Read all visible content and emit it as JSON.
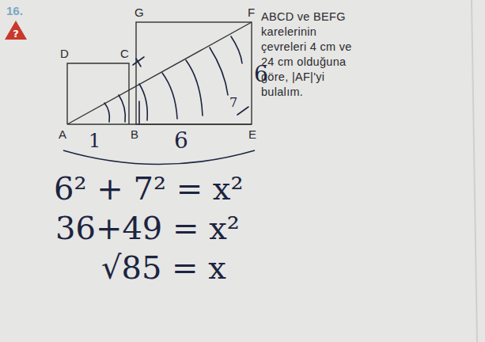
{
  "diagram": {
    "labels": [
      "16.",
      "?",
      "G",
      "F",
      "D",
      "C",
      "A",
      "B",
      "E",
      "1",
      "6",
      "6",
      "7",
      "ABCD ve BEFG karelerinin çevreleri 4 cm ve 24 cm olduğuna göre, |AF|'yi bulalım.",
      "6² + 7² = x²",
      "36+49 = x²",
      "√85 = x"
    ]
  }
}
